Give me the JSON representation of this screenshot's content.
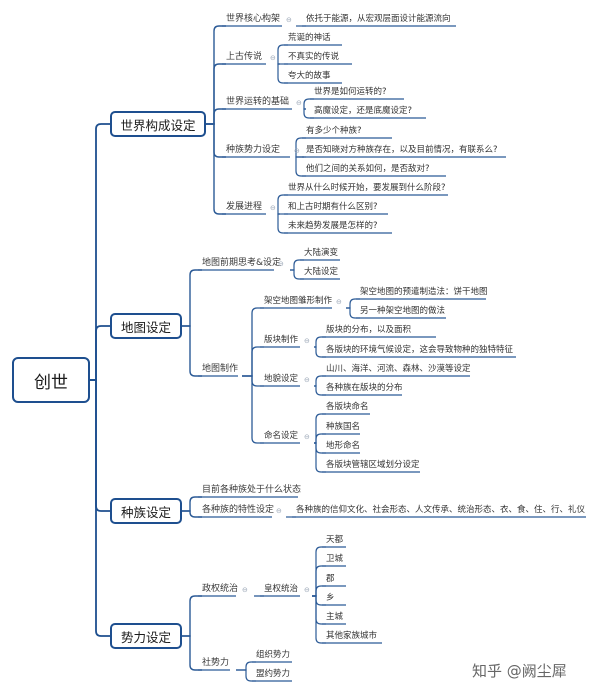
{
  "root": {
    "label": "创世"
  },
  "branches": [
    {
      "label": "世界构成设定",
      "children": [
        {
          "label": "世界核心构架",
          "children": [
            {
              "label": "依托于能源，从宏观层面设计能源流向"
            }
          ]
        },
        {
          "label": "上古传说",
          "children": [
            {
              "label": "荒诞的神话"
            },
            {
              "label": "不真实的传说"
            },
            {
              "label": "夸大的故事"
            }
          ]
        },
        {
          "label": "世界运转的基础",
          "children": [
            {
              "label": "世界是如何运转的?"
            },
            {
              "label": "高魔设定，还是底魔设定?"
            }
          ]
        },
        {
          "label": "种族势力设定",
          "children": [
            {
              "label": "有多少个种族?"
            },
            {
              "label": "是否知晓对方种族存在，以及目前情况，有联系么?"
            },
            {
              "label": "他们之间的关系如何，是否敌对?"
            }
          ]
        },
        {
          "label": "发展进程",
          "children": [
            {
              "label": "世界从什么时候开始，要发展到什么阶段?"
            },
            {
              "label": "和上古时期有什么区别?"
            },
            {
              "label": "未来趋势发展是怎样的?"
            }
          ]
        }
      ]
    },
    {
      "label": "地图设定",
      "children": [
        {
          "label": "地图前期思考&设定",
          "children": [
            {
              "label": "大陆演变"
            },
            {
              "label": "大陆设定"
            }
          ]
        },
        {
          "label": "地图制作",
          "children": [
            {
              "label": "架空地图雏形制作",
              "children": [
                {
                  "label": "架空地图的预遣制造法：饼干地图"
                },
                {
                  "label": "另一种架空地图的做法"
                }
              ]
            },
            {
              "label": "版块制作",
              "children": [
                {
                  "label": "版块的分布，以及面积"
                },
                {
                  "label": "各版块的环境气候设定，这会导致物种的独特特征"
                }
              ]
            },
            {
              "label": "地貌设定",
              "children": [
                {
                  "label": "山川、海洋、河流、森林、沙漠等设定"
                },
                {
                  "label": "各种族在版块的分布"
                }
              ]
            },
            {
              "label": "命名设定",
              "children": [
                {
                  "label": "各版块命名"
                },
                {
                  "label": "种族国名"
                },
                {
                  "label": "地形命名"
                },
                {
                  "label": "各版块管辖区域划分设定"
                }
              ]
            }
          ]
        }
      ]
    },
    {
      "label": "种族设定",
      "children": [
        {
          "label": "目前各种族处于什么状态"
        },
        {
          "label": "各种族的特性设定",
          "children": [
            {
              "label": "各种族的信仰文化、社会形态、人文传承、统治形态、衣、食、住、行、礼仪"
            }
          ]
        }
      ]
    },
    {
      "label": "势力设定",
      "children": [
        {
          "label": "政权统治",
          "children": [
            {
              "label": "皇权统治",
              "children": [
                {
                  "label": "天都"
                },
                {
                  "label": "卫城"
                },
                {
                  "label": "郡"
                },
                {
                  "label": "乡"
                },
                {
                  "label": "主城"
                },
                {
                  "label": "其他家族城市"
                }
              ]
            }
          ]
        },
        {
          "label": "社势力",
          "children": [
            {
              "label": "组织势力"
            },
            {
              "label": "盟约势力"
            }
          ]
        }
      ]
    }
  ],
  "toggle_symbol": "⊖",
  "watermark": "知乎 @阙尘犀",
  "colors": {
    "trunk": "#1e4f8f",
    "branch": "#2b5a96",
    "text": "#333333"
  }
}
